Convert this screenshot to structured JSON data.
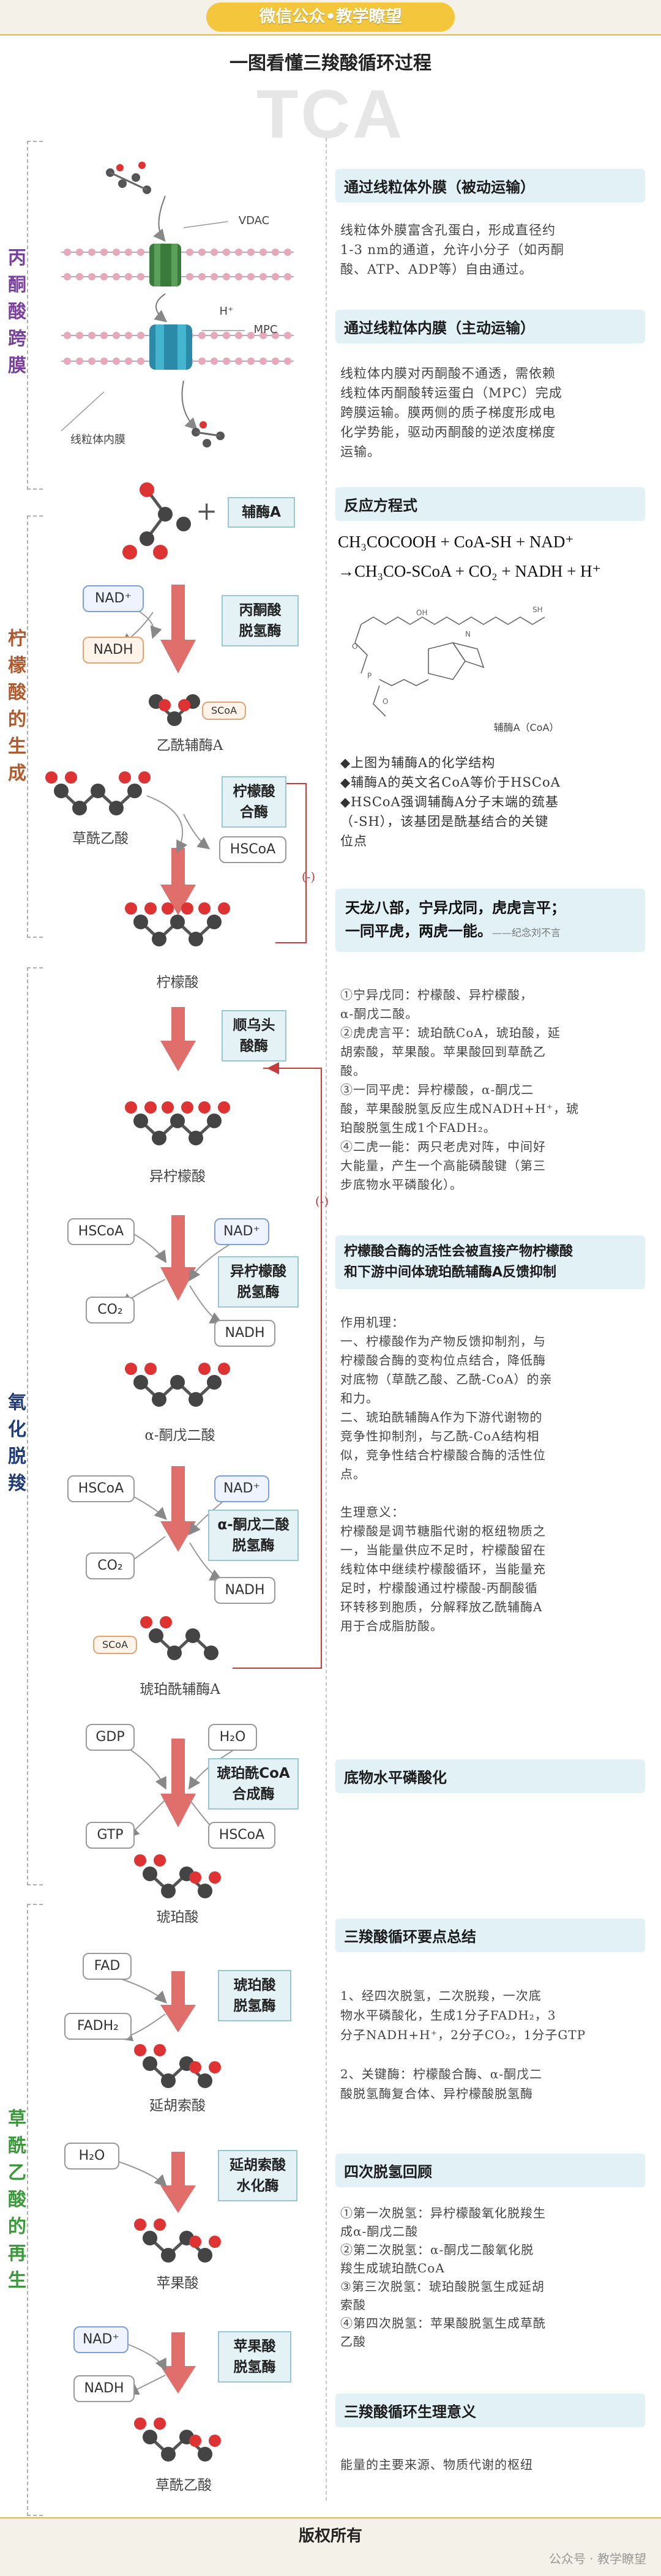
{
  "header": {
    "brand": "微信公众•教学瞭望"
  },
  "title": "一图看懂三羧酸循环过程",
  "subtitle_big": "TCA",
  "side_labels": {
    "s1": "丙酮酸跨膜",
    "s2": "柠檬酸的生成",
    "s3": "氧化脱羧",
    "s4": "草酰乙酸的再生"
  },
  "membrane": {
    "vdac": "VDAC",
    "h": "H⁺",
    "mpc": "MPC",
    "inner": "线粒体内膜"
  },
  "left": {
    "plus": "+",
    "coa": "辅酶A",
    "nad": "NAD⁺",
    "nadh": "NADH",
    "enz1": "丙酮酸\n脱氢酶",
    "scoa_tag": "SCoA",
    "acetyl_coa": "乙酰辅酶A",
    "oxaloacetate1": "草酰乙酸",
    "enz2": "柠檬酸\n合酶",
    "hscoa": "HSCoA",
    "minus1": "(-)",
    "citrate": "柠檬酸",
    "enz3": "顺乌头\n酸酶",
    "minus2": "(-)",
    "isocitrate": "异柠檬酸",
    "hscoa2": "HSCoA",
    "nad2": "NAD⁺",
    "enz4": "异柠檬酸\n脱氢酶",
    "co2": "CO₂",
    "nadh2": "NADH",
    "akg": "α-酮戊二酸",
    "hscoa3": "HSCoA",
    "nad3": "NAD⁺",
    "enz5": "α-酮戊二酸\n脱氢酶",
    "co2b": "CO₂",
    "nadh3": "NADH",
    "scoa_tag2": "SCoA",
    "succinyl": "琥珀酰辅酶A",
    "gdp": "GDP",
    "h2o": "H₂O",
    "enz6": "琥珀酰CoA\n合成酶",
    "gtp": "GTP",
    "hscoa4": "HSCoA",
    "succinate": "琥珀酸",
    "fad": "FAD",
    "enz7": "琥珀酸\n脱氢酶",
    "fadh2": "FADH₂",
    "fumarate": "延胡索酸",
    "h2o2": "H₂O",
    "enz8": "延胡索酸\n水化酶",
    "malate": "苹果酸",
    "nad4": "NAD⁺",
    "enz9": "苹果酸\n脱氢酶",
    "nadh4": "NADH",
    "oxaloacetate2": "草酰乙酸"
  },
  "right": {
    "h1": "通过线粒体外膜（被动运输）",
    "t1": "线粒体外膜富含孔蛋白，形成直径约\n1-3 nm的通道，允许小分子（如丙酮\n酸、ATP、ADP等）自由通过。",
    "h2": "通过线粒体内膜（主动运输）",
    "t2": "线粒体内膜对丙酮酸不通透，需依赖\n线粒体丙酮酸转运蛋白（MPC）完成\n跨膜运输。膜两侧的质子梯度形成电\n化学势能，驱动丙酮酸的逆浓度梯度\n运输。",
    "h3": "反应方程式",
    "eq1": "CH₃COCOOH + CoA-SH + NAD⁺",
    "eq2": "→CH₃CO-SCoA + CO₂ + NADH + H⁺",
    "coa_label": "辅酶A（CoA）",
    "t3": "◆上图为辅酶A的化学结构\n◆辅酶A的英文名CoA等价于HSCoA\n◆HSCoA强调辅酶A分子末端的巯基\n（-SH），该基团是酰基结合的关键\n位点",
    "q1a": "天龙八部，宁异戊同，虎虎言平；",
    "q1b": "一同平虎，两虎一能。",
    "q1src": "——纪念刘不言",
    "t4": "①宁异戊同：柠檬酸、异柠檬酸，\nα-酮戊二酸。\n②虎虎言平：琥珀酰CoA，琥珀酸，延\n胡索酸，苹果酸。苹果酸回到草酰乙\n酸。\n③一同平虎：异柠檬酸，α-酮戊二\n酸，苹果酸脱氢反应生成NADH+H⁺，琥\n珀酸脱氢生成1个FADH₂。\n④二虎一能：两只老虎对阵，中间好\n大能量，产生一个高能磷酸键（第三\n步底物水平磷酸化）。",
    "h4": "柠檬酸合酶的活性会被直接产物柠檬酸\n和下游中间体琥珀酰辅酶A反馈抑制",
    "t5": "作用机理：\n一、柠檬酸作为产物反馈抑制剂，与\n柠檬酸合酶的变构位点结合，降低酶\n对底物（草酰乙酸、乙酰-CoA）的亲\n和力。\n二、琥珀酰辅酶A作为下游代谢物的\n竞争性抑制剂，与乙酰-CoA结构相\n似，竞争性结合柠檬酸合酶的活性位\n点。\n\n生理意义：\n柠檬酸是调节糖脂代谢的枢纽物质之\n一，当能量供应不足时，柠檬酸留在\n线粒体中继续柠檬酸循环，当能量充\n足时，柠檬酸通过柠檬酸-丙酮酸循\n环转移到胞质，分解释放乙酰辅酶A\n用于合成脂肪酸。",
    "h5": "底物水平磷酸化",
    "h6": "三羧酸循环要点总结",
    "t6": "1、经四次脱氢，二次脱羧，一次底\n物水平磷酸化，生成1分子FADH₂，3\n分子NADH+H⁺，2分子CO₂，1分子GTP\n\n2、关键酶：柠檬酸合酶、α-酮戊二\n酸脱氢酶复合体、异柠檬酸脱氢酶",
    "h7": "四次脱氢回顾",
    "t7": "①第一次脱氢：异柠檬酸氧化脱羧生\n成α-酮戊二酸\n②第二次脱氢：α-酮戊二酸氧化脱\n羧生成琥珀酰CoA\n③第三次脱氢：琥珀酸脱氢生成延胡\n索酸\n④第四次脱氢：苹果酸脱氢生成草酰\n乙酸",
    "h8": "三羧酸循环生理意义",
    "t8": "能量的主要来源、物质代谢的枢纽"
  },
  "footer": {
    "copyright": "版权所有",
    "watermark": "公众号 · 教学瞭望"
  },
  "colors": {
    "purple": "#7b3fa0",
    "brown": "#b15a2e",
    "navy": "#1f3c78",
    "green": "#3a9a3a",
    "arrow": "#e06e6a",
    "cyan": "#e2f1f6"
  }
}
